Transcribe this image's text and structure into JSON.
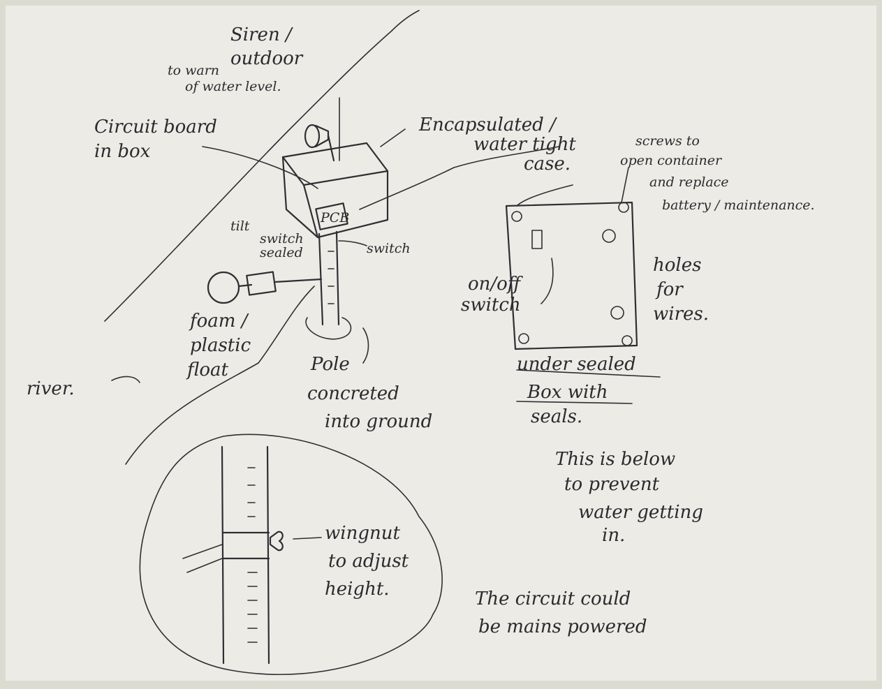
{
  "labels": {
    "siren_1": "Siren /",
    "siren_2": "outdoor",
    "warn_1": "to warn",
    "warn_2": "of water level.",
    "circuit_1": "Circuit board",
    "circuit_2": "in box",
    "encap_1": "Encapsulated /",
    "encap_2": "water tight",
    "encap_3": "case.",
    "screws_1": "screws to",
    "screws_2": "open container",
    "screws_3": "and replace",
    "screws_4": "battery / maintenance.",
    "tilt_1": "tilt",
    "tilt_2": "switch",
    "tilt_3": "sealed",
    "switch": "switch",
    "board_text": "PCB",
    "onoff_1": "on/off",
    "onoff_2": "switch",
    "holes_1": "holes",
    "holes_2": "for",
    "holes_3": "wires.",
    "float_1": "foam /",
    "float_2": "plastic",
    "float_3": "float",
    "pole_1": "Pole",
    "pole_2": "concreted",
    "pole_3": "into ground",
    "under_1": "under sealed",
    "under_2": "Box with",
    "under_3": "seals.",
    "river": "river.",
    "below_1": "This is below",
    "below_2": "to prevent",
    "below_3": "water getting",
    "below_4": "in.",
    "wingnut_1": "wingnut",
    "wingnut_2": "to adjust",
    "wingnut_3": "height.",
    "mains_1": "The circuit could",
    "mains_2": "be mains powered"
  }
}
